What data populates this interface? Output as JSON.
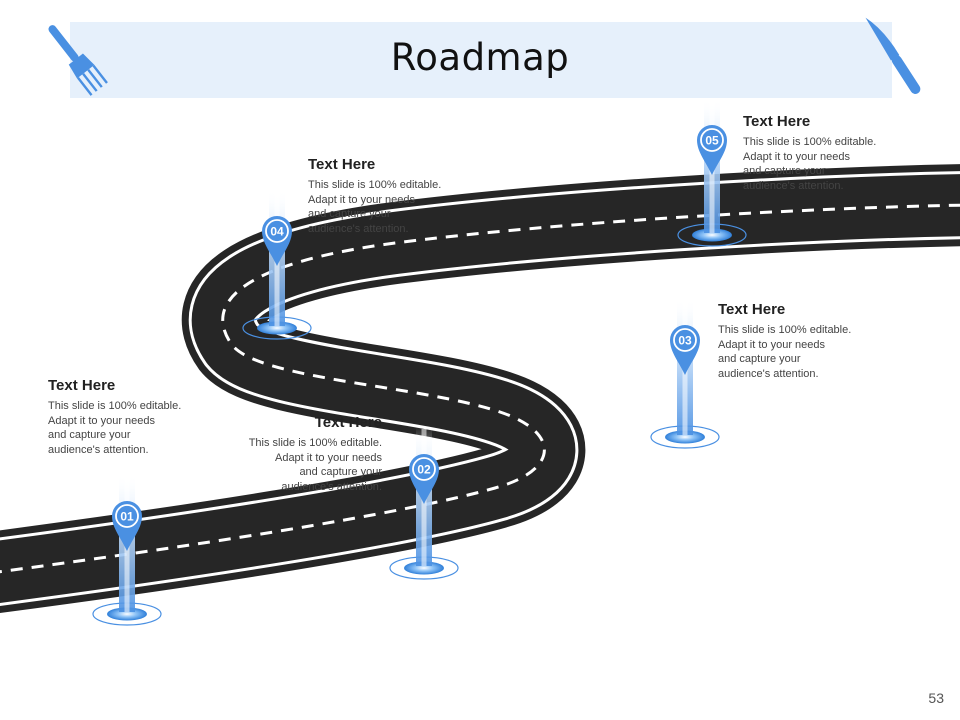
{
  "title": "Roadmap",
  "page_number": "53",
  "icons": {
    "left": "fork-icon",
    "right": "knife-icon"
  },
  "colors": {
    "banner": "#e6f0fb",
    "road": "#262626",
    "road_edge": "#ffffff",
    "accent": "#4a90e2",
    "accent_light": "#9cc8f5"
  },
  "milestones": [
    {
      "number": "01",
      "heading": "Text Here",
      "lines": [
        "This slide is 100% editable.",
        "Adapt it to your needs",
        "and capture your",
        "audience's attention."
      ]
    },
    {
      "number": "02",
      "heading": "Text Here",
      "lines": [
        "This slide is 100% editable.",
        "Adapt it to your needs",
        "and capture your",
        "audience's attention."
      ]
    },
    {
      "number": "03",
      "heading": "Text Here",
      "lines": [
        "This slide is 100% editable.",
        "Adapt it to your needs",
        "and capture your",
        "audience's attention."
      ]
    },
    {
      "number": "04",
      "heading": "Text Here",
      "lines": [
        "This slide is 100% editable.",
        "Adapt it to your needs",
        "and capture your",
        "audience's attention."
      ]
    },
    {
      "number": "05",
      "heading": "Text Here",
      "lines": [
        "This slide is 100% editable.",
        "Adapt it to your needs",
        "and capture your",
        "audience's attention."
      ]
    }
  ]
}
